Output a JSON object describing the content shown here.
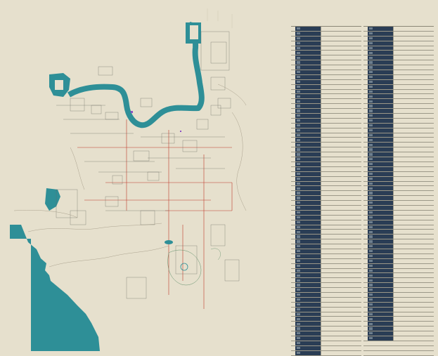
{
  "colors": {
    "background": "#e6e0cd",
    "water": "#2e8f97",
    "road_main": "#c0392b",
    "road_minor": "#9a927d",
    "parcel": "#6b6a63",
    "legend_thumb": "#2a3d55",
    "park_green": "#5f8f6a",
    "marker_purple": "#8b4fc4"
  },
  "map": {
    "icon": "street-map-icon",
    "features": [
      "river",
      "lake-northwest",
      "lake-west",
      "coastline-southwest"
    ]
  },
  "legend": {
    "title": "",
    "subtitle": "",
    "columns": {
      "left": {
        "header": [
          "",
          "",
          ""
        ]
      },
      "right": {
        "header": [
          "",
          "",
          ""
        ]
      }
    },
    "left_rows": 68,
    "right_rows": 68,
    "right_filled_rows": 65
  }
}
